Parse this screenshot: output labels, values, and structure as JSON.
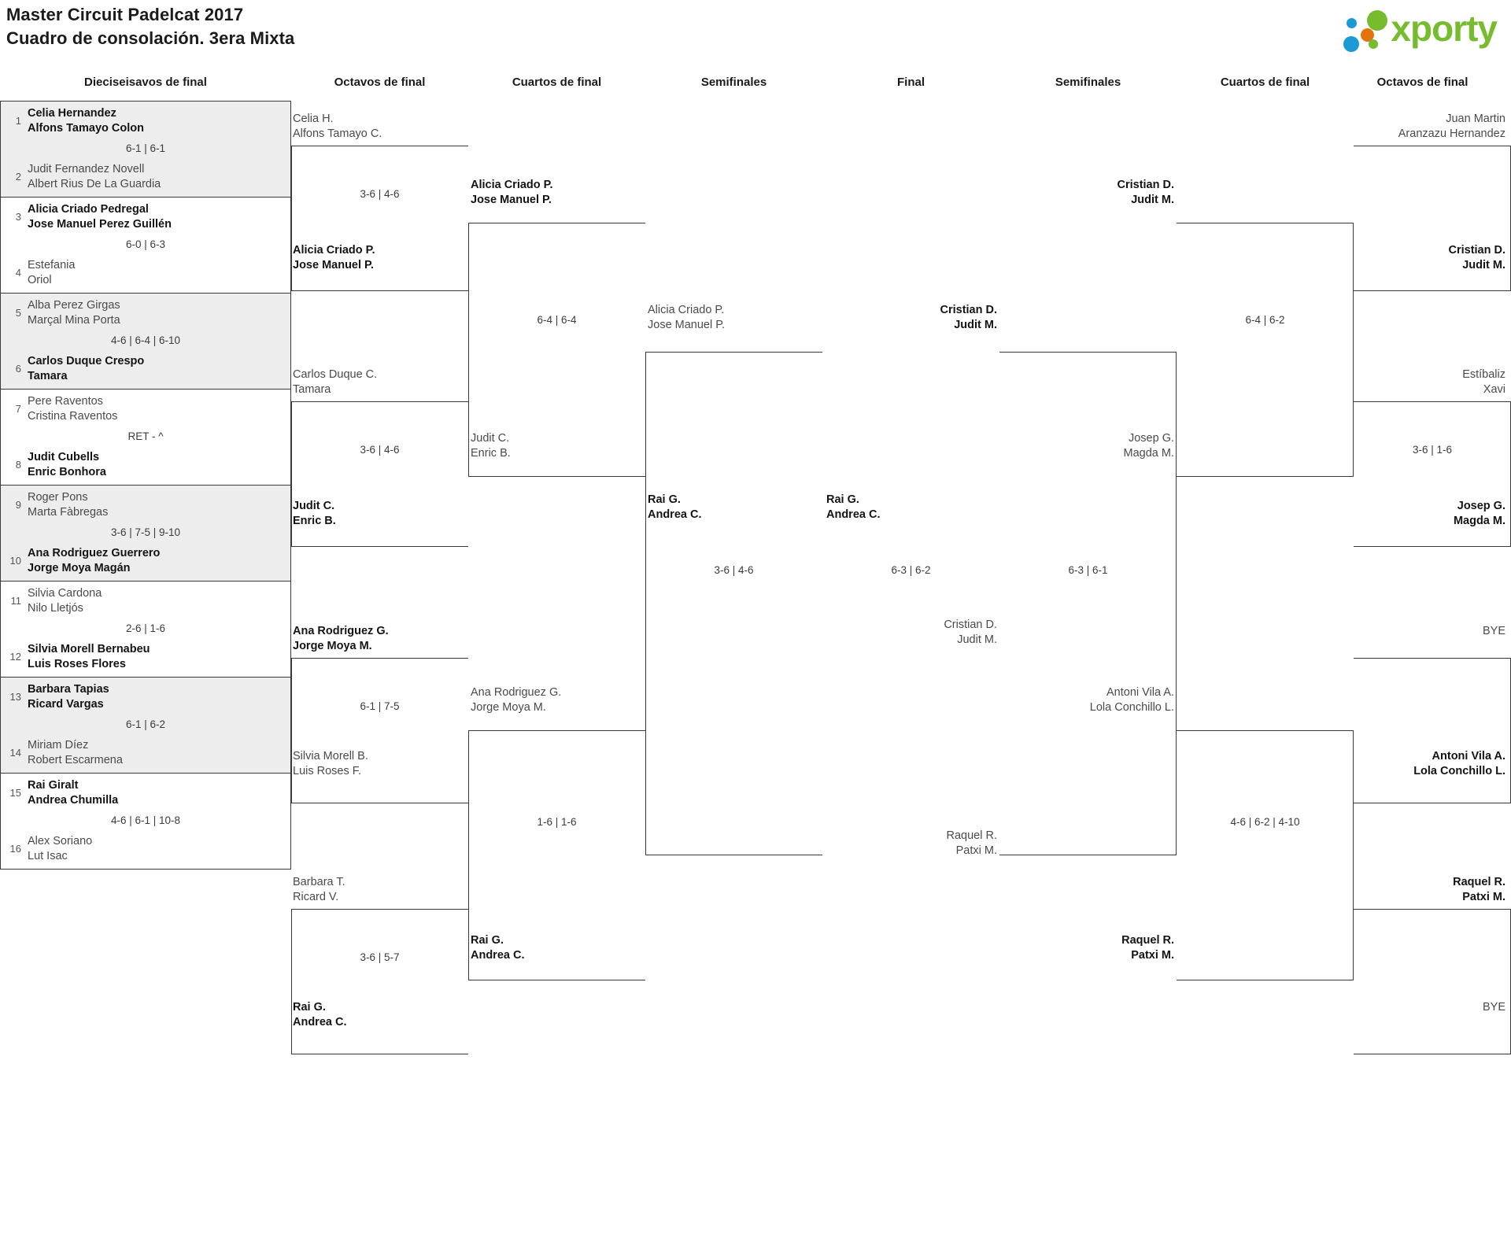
{
  "header": {
    "title_line1": "Master Circuit Padelcat 2017",
    "title_line2": "Cuadro de consolación. 3era Mixta",
    "logo_word": "xporty",
    "logo_colors": {
      "blue": "#1b9ad6",
      "orange": "#e2740c",
      "green": "#77bc2e"
    }
  },
  "round_headings": {
    "l_r32": "Dieciseisavos de final",
    "l_r16": "Octavos de final",
    "l_qf": "Cuartos de final",
    "l_sf": "Semifinales",
    "final": "Final",
    "r_sf": "Semifinales",
    "r_qf": "Cuartos de final",
    "r_r16": "Octavos de final"
  },
  "left_r32": [
    {
      "shade": true,
      "top": {
        "seed": "1",
        "n1": "Celia Hernandez",
        "n2": "Alfons Tamayo Colon",
        "won": true
      },
      "score": "6-1 | 6-1",
      "bot": {
        "seed": "2",
        "n1": "Judit Fernandez Novell",
        "n2": "Albert Rius De La Guardia",
        "won": false
      }
    },
    {
      "shade": false,
      "top": {
        "seed": "3",
        "n1": "Alicia Criado Pedregal",
        "n2": "Jose Manuel Perez Guillén",
        "won": true
      },
      "score": "6-0 | 6-3",
      "bot": {
        "seed": "4",
        "n1": "Estefania",
        "n2": "Oriol",
        "won": false
      }
    },
    {
      "shade": true,
      "top": {
        "seed": "5",
        "n1": "Alba Perez Girgas",
        "n2": "Marçal Mina Porta",
        "won": false
      },
      "score": "4-6 | 6-4 | 6-10",
      "bot": {
        "seed": "6",
        "n1": "Carlos Duque Crespo",
        "n2": "Tamara",
        "won": true
      }
    },
    {
      "shade": false,
      "top": {
        "seed": "7",
        "n1": "Pere Raventos",
        "n2": "Cristina Raventos",
        "won": false
      },
      "score": "RET - ^",
      "bot": {
        "seed": "8",
        "n1": "Judit Cubells",
        "n2": "Enric Bonhora",
        "won": true
      }
    },
    {
      "shade": true,
      "top": {
        "seed": "9",
        "n1": "Roger Pons",
        "n2": "Marta Fàbregas",
        "won": false
      },
      "score": "3-6 | 7-5 | 9-10",
      "bot": {
        "seed": "10",
        "n1": "Ana Rodriguez Guerrero",
        "n2": "Jorge Moya Magán",
        "won": true
      }
    },
    {
      "shade": false,
      "top": {
        "seed": "11",
        "n1": "Silvia Cardona",
        "n2": "Nilo Lletjós",
        "won": false
      },
      "score": "2-6 | 1-6",
      "bot": {
        "seed": "12",
        "n1": "Silvia Morell Bernabeu",
        "n2": "Luis Roses Flores",
        "won": true
      }
    },
    {
      "shade": true,
      "top": {
        "seed": "13",
        "n1": "Barbara Tapias",
        "n2": "Ricard Vargas",
        "won": true
      },
      "score": "6-1 | 6-2",
      "bot": {
        "seed": "14",
        "n1": "Miriam Díez",
        "n2": "Robert Escarmena",
        "won": false
      }
    },
    {
      "shade": false,
      "top": {
        "seed": "15",
        "n1": "Rai Giralt",
        "n2": "Andrea Chumilla",
        "won": true
      },
      "score": "4-6 | 6-1 | 10-8",
      "bot": {
        "seed": "16",
        "n1": "Alex Soriano",
        "n2": "Lut Isac",
        "won": false
      }
    }
  ],
  "left_r16": [
    {
      "n1": "Celia H.",
      "n2": "Alfons Tamayo C.",
      "won": false,
      "score": "3-6 | 4-6"
    },
    {
      "n1": "Alicia Criado P.",
      "n2": "Jose Manuel P.",
      "won": true,
      "score": ""
    },
    {
      "n1": "Carlos Duque C.",
      "n2": "Tamara",
      "won": false,
      "score": "3-6 | 4-6"
    },
    {
      "n1": "Judit C.",
      "n2": "Enric B.",
      "won": true,
      "score": ""
    },
    {
      "n1": "Ana Rodriguez G.",
      "n2": "Jorge Moya M.",
      "won": true,
      "score": "6-1 | 7-5"
    },
    {
      "n1": "Silvia Morell B.",
      "n2": "Luis Roses F.",
      "won": false,
      "score": ""
    },
    {
      "n1": "Barbara T.",
      "n2": "Ricard V.",
      "won": false,
      "score": "3-6 | 5-7"
    },
    {
      "n1": "Rai G.",
      "n2": "Andrea C.",
      "won": true,
      "score": ""
    }
  ],
  "left_qf": [
    {
      "n1": "Alicia Criado P.",
      "n2": "Jose Manuel P.",
      "won": true,
      "score": "6-4 | 6-4"
    },
    {
      "n1": "Judit C.",
      "n2": "Enric B.",
      "won": false,
      "score": ""
    },
    {
      "n1": "Ana Rodriguez G.",
      "n2": "Jorge Moya M.",
      "won": false,
      "score": "1-6 | 1-6"
    },
    {
      "n1": "Rai G.",
      "n2": "Andrea C.",
      "won": true,
      "score": ""
    }
  ],
  "left_sf": [
    {
      "n1": "Alicia Criado P.",
      "n2": "Jose Manuel P.",
      "won": false,
      "score": "3-6 | 4-6"
    },
    {
      "n1": "Rai G.",
      "n2": "Andrea C.",
      "won": true,
      "score": ""
    }
  ],
  "final": {
    "left_team": {
      "n1": "Rai G.",
      "n2": "Andrea C.",
      "won": true
    },
    "right_team": {
      "n1": "Cristian D.",
      "n2": "Judit M.",
      "won": false
    },
    "score": "6-3 | 6-2"
  },
  "right_sf": [
    {
      "n1": "Cristian D.",
      "n2": "Judit M.",
      "won": true,
      "score": "6-3 | 6-1"
    },
    {
      "n1": "Raquel R.",
      "n2": "Patxi M.",
      "won": false,
      "score": ""
    }
  ],
  "right_qf": [
    {
      "n1": "Cristian D.",
      "n2": "Judit M.",
      "won": true,
      "score": "6-4 | 6-2"
    },
    {
      "n1": "Josep G.",
      "n2": "Magda M.",
      "won": false,
      "score": ""
    },
    {
      "n1": "Antoni Vila A.",
      "n2": "Lola Conchillo L.",
      "won": false,
      "score": "4-6 | 6-2 | 4-10"
    },
    {
      "n1": "Raquel R.",
      "n2": "Patxi M.",
      "won": true,
      "score": ""
    }
  ],
  "right_r16": [
    {
      "n1": "Juan Martin",
      "n2": "Aranzazu Hernandez",
      "won": false,
      "score": ""
    },
    {
      "n1": "Cristian D.",
      "n2": "Judit M.",
      "won": true,
      "score": ""
    },
    {
      "n1": "Estíbaliz",
      "n2": "Xavi",
      "won": false,
      "score": "3-6 | 1-6"
    },
    {
      "n1": "Josep G.",
      "n2": "Magda M.",
      "won": true,
      "score": ""
    },
    {
      "n1": "BYE",
      "n2": "",
      "won": false,
      "score": ""
    },
    {
      "n1": "Antoni Vila A.",
      "n2": "Lola Conchillo L.",
      "won": true,
      "score": ""
    },
    {
      "n1": "Raquel R.",
      "n2": "Patxi M.",
      "won": true,
      "score": ""
    },
    {
      "n1": "BYE",
      "n2": "",
      "won": false,
      "score": ""
    }
  ]
}
